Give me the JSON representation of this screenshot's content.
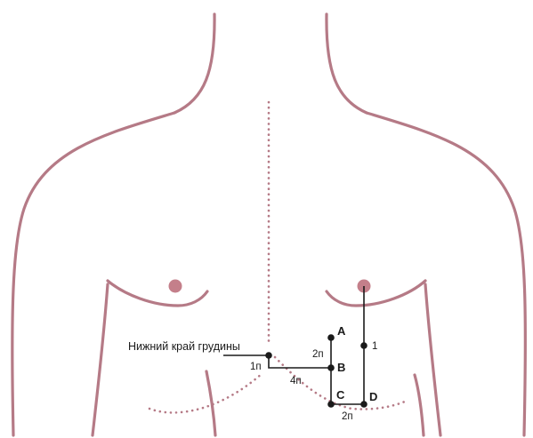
{
  "diagram": {
    "caption": "Нижний край грудины",
    "points": {
      "a": "A",
      "b": "B",
      "c": "C",
      "d": "D"
    },
    "measures": {
      "ab": "2п",
      "xiphoid_offset": "1п",
      "horizontal": "4п",
      "cd": "2п",
      "vertical_right": "1"
    },
    "colors": {
      "body_outline": "#b57a86",
      "nipple": "#c47f8a",
      "guide_lines": "#1a1a1a"
    }
  }
}
